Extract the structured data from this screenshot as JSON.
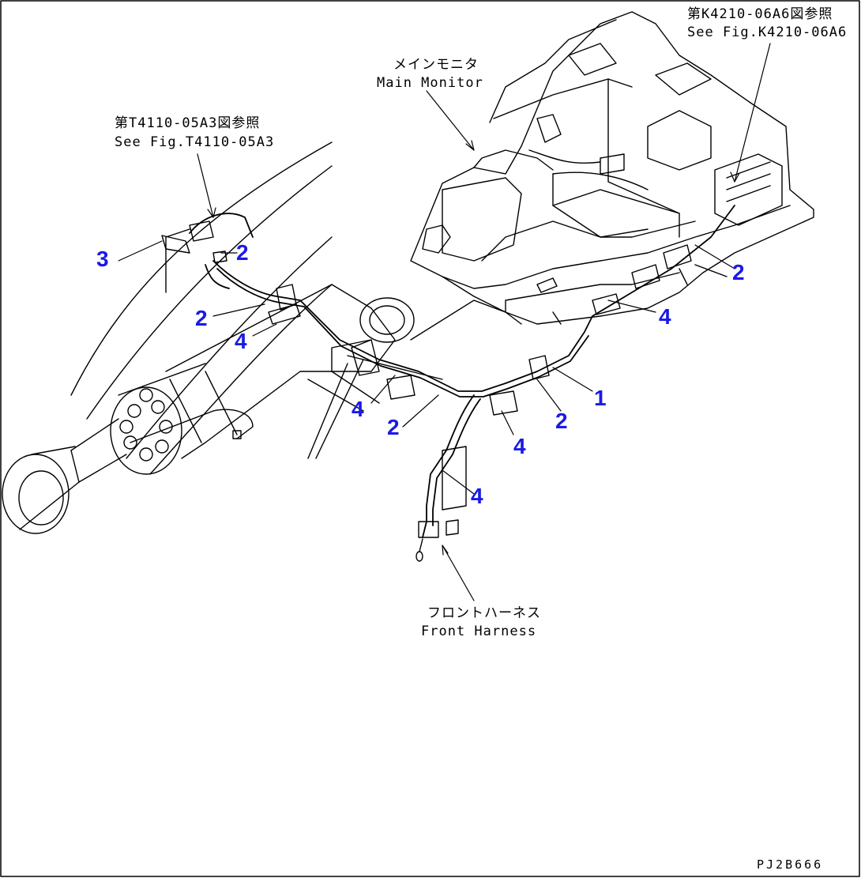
{
  "references": {
    "k4210_jp": "第K4210-06A6図参照",
    "k4210_en": "See Fig.K4210-06A6",
    "t4110_jp": "第T4110-05A3図参照",
    "t4110_en": "See Fig.T4110-05A3",
    "main_monitor_jp": "メインモニタ",
    "main_monitor_en": "Main Monitor",
    "front_harness_jp": "フロントハーネス",
    "front_harness_en": "Front Harness"
  },
  "callouts": {
    "c1": "1",
    "c2a": "2",
    "c2b": "2",
    "c2c": "2",
    "c2d": "2",
    "c2e": "2",
    "c3": "3",
    "c4a": "4",
    "c4b": "4",
    "c4c": "4",
    "c4d": "4",
    "c4e": "4"
  },
  "drawing_code": "PJ2B666",
  "colors": {
    "callout": "#1a1ae6",
    "line": "#000000"
  }
}
